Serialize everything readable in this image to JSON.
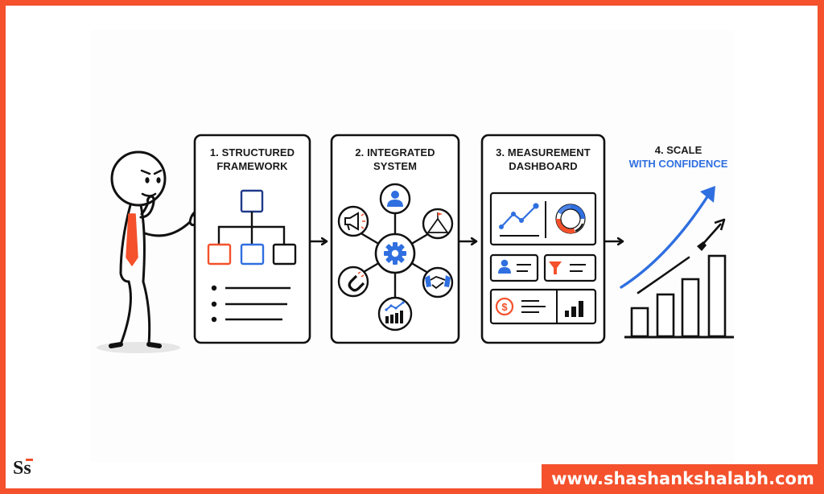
{
  "colors": {
    "brand_orange": "#f4512c",
    "accent_blue": "#2f6fe0",
    "navy": "#1f3a8a",
    "ink": "#111111"
  },
  "steps": [
    {
      "number": "1",
      "title_line1": "1. STRUCTURED",
      "title_line2": "FRAMEWORK",
      "icons": [
        "org-chart-icon",
        "bullet-list-icon"
      ]
    },
    {
      "number": "2",
      "title_line1": "2. INTEGRATED",
      "title_line2": "SYSTEM",
      "icons": [
        "gear-icon",
        "user-icon",
        "mountain-flag-icon",
        "handshake-icon",
        "growth-chart-icon",
        "magnet-icon",
        "megaphone-icon"
      ]
    },
    {
      "number": "3",
      "title_line1": "3. MEASUREMENT",
      "title_line2": "DASHBOARD",
      "icons": [
        "line-chart-icon",
        "donut-chart-icon",
        "user-icon",
        "funnel-icon",
        "dollar-icon",
        "bar-chart-icon"
      ]
    },
    {
      "number": "4",
      "title_line1": "4. SCALE",
      "title_line2": "WITH CONFIDENCE",
      "icons": [
        "growth-arrow-icon",
        "rocket-arrow-icon",
        "rising-bars-icon"
      ]
    }
  ],
  "character": {
    "description": "thinking stick figure with orange tie holding a pen"
  },
  "footer": {
    "logo_text_1": "S",
    "logo_text_2": "s",
    "website": "www.shashankshalabh.com"
  }
}
